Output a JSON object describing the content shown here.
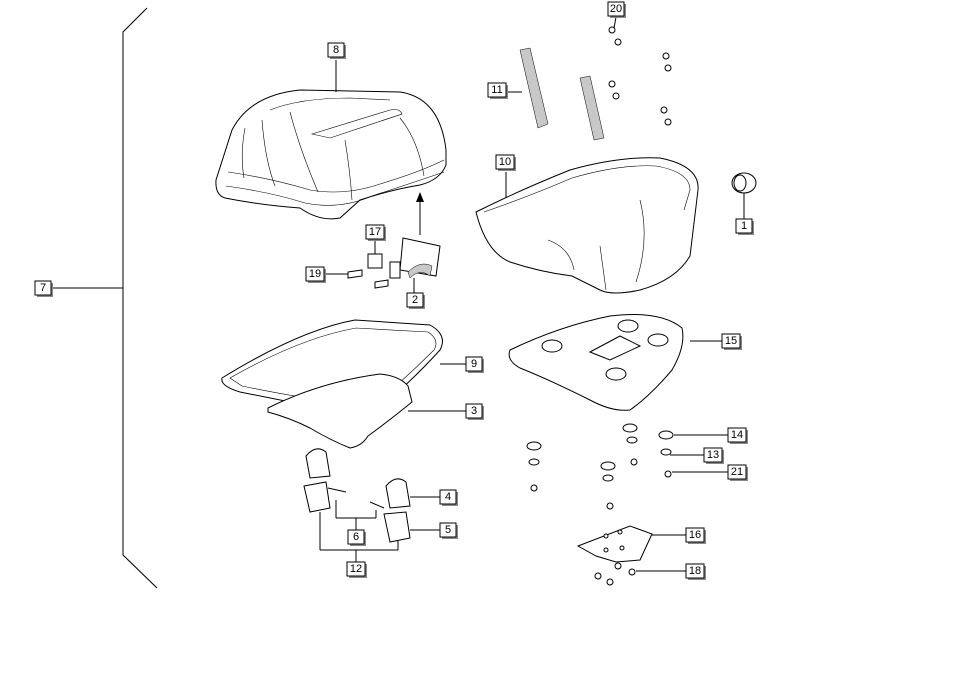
{
  "labels": {
    "p1": "1",
    "p2": "2",
    "p3": "3",
    "p4": "4",
    "p5": "5",
    "p6": "6",
    "p7": "7",
    "p8": "8",
    "p9": "9",
    "p10": "10",
    "p11": "11",
    "p12": "12",
    "p13": "13",
    "p14": "14",
    "p15": "15",
    "p16": "16",
    "p17": "17",
    "p18": "18",
    "p19": "19",
    "p20": "20",
    "p21": "21"
  }
}
